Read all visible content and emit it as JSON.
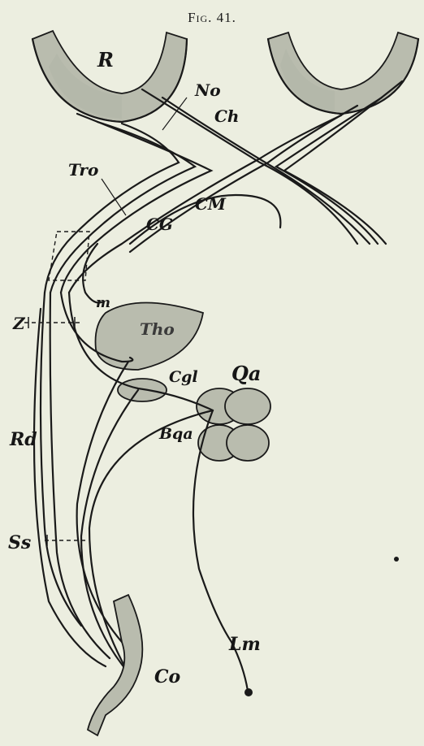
{
  "figure": {
    "title": "Fig. 41.",
    "labels": {
      "R": "R",
      "No": "No",
      "Ch": "Ch",
      "Tro": "Tro",
      "CM": "CM",
      "CG": "CG",
      "m": "m",
      "Z": "Z",
      "Tho": "Tho",
      "Cgl": "Cgl",
      "Qa": "Qa",
      "Bqa": "Bqa",
      "Rd": "Rd",
      "Ss": "Ss",
      "Lm": "Lm",
      "Co": "Co"
    }
  }
}
